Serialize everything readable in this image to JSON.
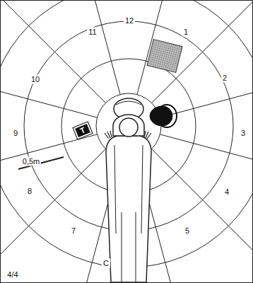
{
  "diagram": {
    "nodes": [
      {
        "text": [
          "T"
        ]
      }
    ],
    "labels": [
      "12",
      "11",
      "1",
      "10",
      "2",
      "9",
      "3",
      "0,5m",
      "8",
      "4",
      "7",
      "5",
      "C",
      "4/4"
    ]
  }
}
